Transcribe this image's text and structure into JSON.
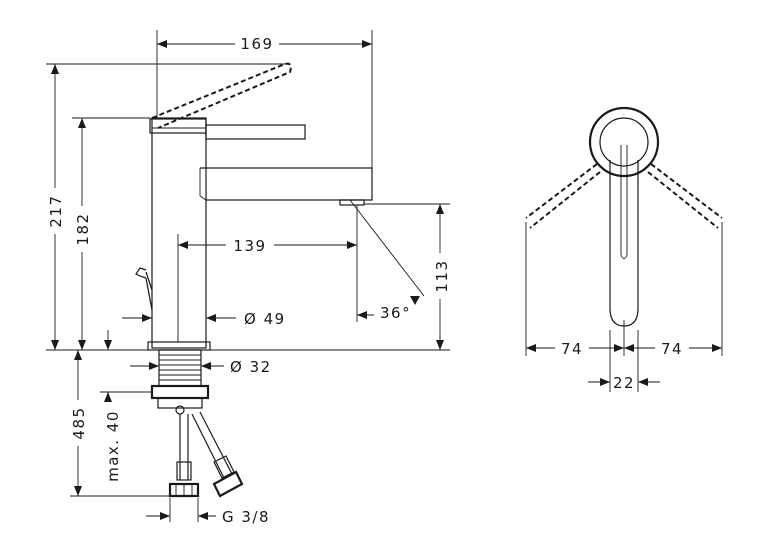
{
  "dimensions": {
    "total_width": "169",
    "total_height": "217",
    "spout_height": "182",
    "spout_reach": "139",
    "spout_clearance": "113",
    "spout_angle": "36°",
    "body_diameter": "Ø 49",
    "shank_diameter": "Ø 32",
    "lever_swing_left": "74",
    "lever_swing_right": "74",
    "lever_width": "22",
    "hose_length": "485",
    "max_counter_thickness": "max. 40",
    "connection_thread": "G 3/8"
  }
}
